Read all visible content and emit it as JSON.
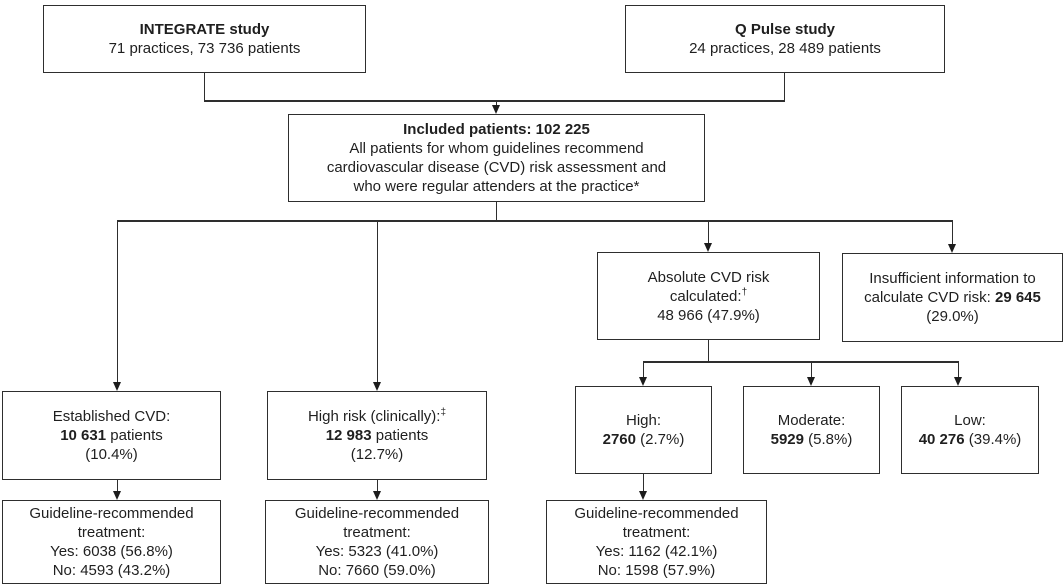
{
  "figure": {
    "boxes": {
      "integrate": {
        "title": "INTEGRATE study",
        "detail": "71 practices, 73 736 patients"
      },
      "qpulse": {
        "title": "Q Pulse study",
        "detail": "24 practices, 28 489 patients"
      },
      "included": {
        "title": "Included patients: 102 225",
        "body_lines": [
          "All patients for whom guidelines recommend",
          "cardiovascular disease (CVD) risk assessment and",
          "who were regular attenders at the practice*"
        ]
      },
      "absolute_risk": {
        "label_line1": "Absolute CVD risk",
        "label_line2": "calculated:",
        "footnote_mark": "†",
        "value": "48 966 (47.9%)"
      },
      "insufficient": {
        "label_line1": "Insufficient information to",
        "label_line2": "calculate CVD risk:",
        "value": "29 645",
        "percent": "(29.0%)"
      },
      "established": {
        "label": "Established CVD:",
        "value": "10 631",
        "value_suffix": "patients",
        "percent": "(10.4%)"
      },
      "high_clinical": {
        "label": "High risk (clinically):",
        "footnote_mark": "‡",
        "value": "12 983",
        "value_suffix": "patients",
        "percent": "(12.7%)"
      },
      "risk_high": {
        "label": "High:",
        "value": "2760",
        "percent": "(2.7%)"
      },
      "risk_moderate": {
        "label": "Moderate:",
        "value": "5929",
        "percent": "(5.8%)"
      },
      "risk_low": {
        "label": "Low:",
        "value": "40 276",
        "percent": "(39.4%)"
      },
      "treatment_established": {
        "heading": "Guideline-recommended treatment:",
        "yes": "Yes: 6038 (56.8%)",
        "no": "No: 4593 (43.2%)"
      },
      "treatment_high_clinical": {
        "heading": "Guideline-recommended treatment:",
        "yes": "Yes: 5323 (41.0%)",
        "no": "No: 7660 (59.0%)"
      },
      "treatment_risk_high": {
        "heading": "Guideline-recommended treatment:",
        "yes": "Yes: 1162 (42.1%)",
        "no": "No: 1598 (57.9%)"
      }
    }
  }
}
